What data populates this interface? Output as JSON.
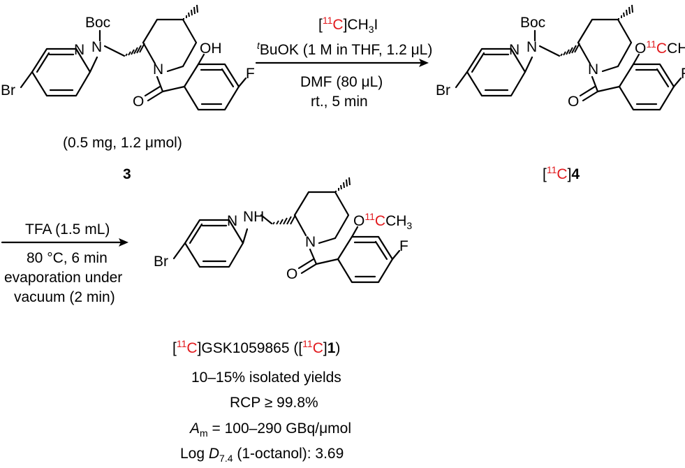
{
  "atoms": {
    "br": "Br",
    "n": "N",
    "nh": "H",
    "boc": "Boc",
    "oh": "OH",
    "o": "O",
    "f": "F",
    "ch": "CH",
    "sub3": "3",
    "isotope": "11",
    "c": "C"
  },
  "step1": {
    "reagent_open": "[",
    "reagent_close": "]CH",
    "reagent_tail": "I",
    "base_prefix": "t",
    "base": "BuOK (1 M in THF, 1.2 μL)",
    "solvent": "DMF (80 μL)",
    "conditions": "rt., 5 min"
  },
  "compound3": {
    "amount": "(0.5 mg, 1.2 μmol)",
    "label": "3"
  },
  "compound4": {
    "open": "[",
    "close": "]",
    "label": "4"
  },
  "step2": {
    "reagent": "TFA (1.5 mL)",
    "conditions": "80 °C, 6 min",
    "workup1": "evaporation under",
    "workup2": "vacuum (2 min)"
  },
  "product": {
    "name_open": "[",
    "name_close": "]GSK1059865 ([",
    "name_close2": "]",
    "label": "1",
    "name_end": ")",
    "yield": "10–15% isolated yields",
    "rcp": "RCP ≥ 99.8%",
    "am_symbol": "A",
    "am_sub": "m",
    "am_value": " = 100–290 GBq/μmol",
    "logd_prefix": "Log ",
    "logd_symbol": "D",
    "logd_sub": "7.4",
    "logd_value": " (1-octanol): 3.69"
  },
  "colors": {
    "isotope": "#e1191d",
    "ink": "#000000"
  }
}
